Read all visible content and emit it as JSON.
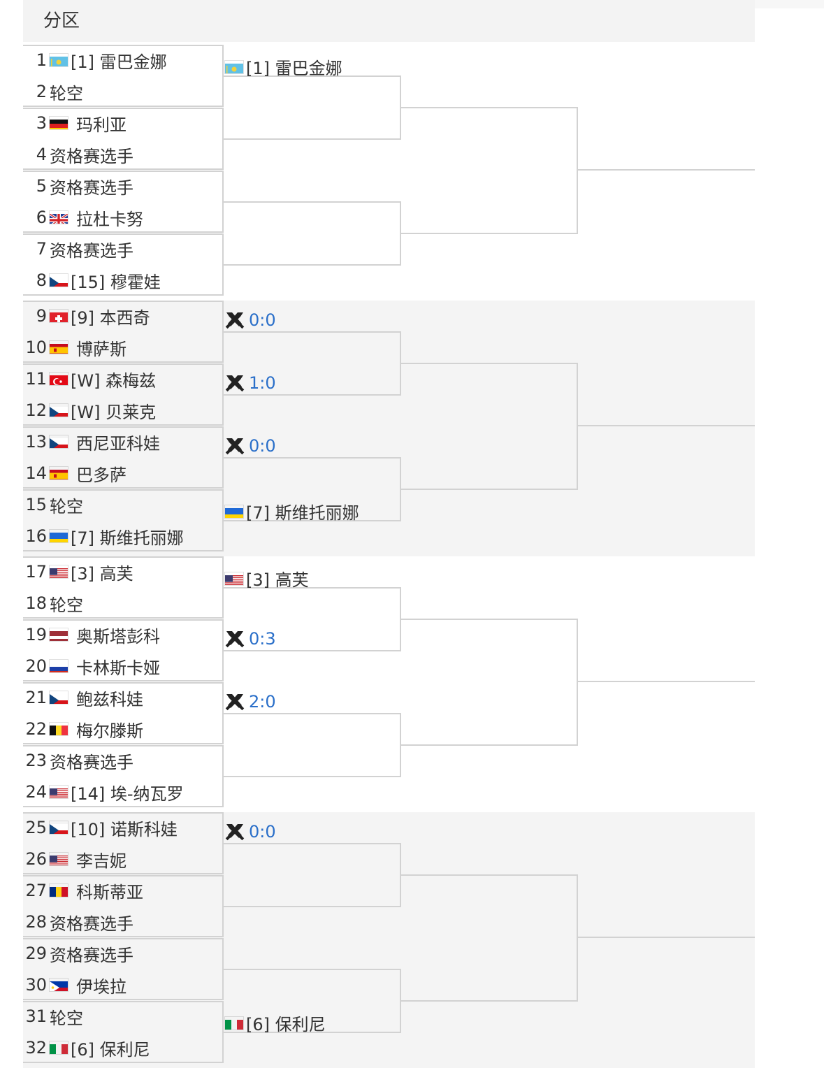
{
  "header": {
    "title": "分区"
  },
  "colors": {
    "line": "#d2d2d2",
    "score": "#2a6fc9",
    "section_bg_alt": "#f4f4f4"
  },
  "sections": [
    {
      "entries": [
        {
          "num": "1",
          "flag": "kz",
          "name": "[1] 雷巴金娜"
        },
        {
          "num": "2",
          "flag": "",
          "name": "轮空"
        },
        {
          "num": "3",
          "flag": "de",
          "name": "玛利亚"
        },
        {
          "num": "4",
          "flag": "",
          "name": "资格赛选手"
        },
        {
          "num": "5",
          "flag": "",
          "name": "资格赛选手"
        },
        {
          "num": "6",
          "flag": "gb",
          "name": "拉杜卡努"
        },
        {
          "num": "7",
          "flag": "",
          "name": "资格赛选手"
        },
        {
          "num": "8",
          "flag": "cz",
          "name": "[15] 穆霍娃"
        }
      ],
      "round2": [
        {
          "type": "player",
          "flag": "kz",
          "name": "[1] 雷巴金娜"
        },
        {
          "type": "empty"
        },
        {
          "type": "empty"
        },
        {
          "type": "empty"
        }
      ]
    },
    {
      "entries": [
        {
          "num": "9",
          "flag": "ch",
          "name": "[9] 本西奇"
        },
        {
          "num": "10",
          "flag": "es",
          "name": "博萨斯"
        },
        {
          "num": "11",
          "flag": "tr",
          "name": "[W] 森梅兹"
        },
        {
          "num": "12",
          "flag": "cz",
          "name": "[W] 贝莱克"
        },
        {
          "num": "13",
          "flag": "cz",
          "name": "西尼亚科娃"
        },
        {
          "num": "14",
          "flag": "es",
          "name": "巴多萨"
        },
        {
          "num": "15",
          "flag": "",
          "name": "轮空"
        },
        {
          "num": "16",
          "flag": "ua",
          "name": "[7] 斯维托丽娜"
        }
      ],
      "round2": [
        {
          "type": "score",
          "score": "0:0"
        },
        {
          "type": "score",
          "score": "1:0"
        },
        {
          "type": "score",
          "score": "0:0"
        },
        {
          "type": "player",
          "flag": "ua",
          "name": "[7] 斯维托丽娜"
        }
      ]
    },
    {
      "entries": [
        {
          "num": "17",
          "flag": "us",
          "name": "[3] 高芙"
        },
        {
          "num": "18",
          "flag": "",
          "name": "轮空"
        },
        {
          "num": "19",
          "flag": "lv",
          "name": "奥斯塔彭科"
        },
        {
          "num": "20",
          "flag": "ru",
          "name": "卡林斯卡娅"
        },
        {
          "num": "21",
          "flag": "cz",
          "name": "鲍兹科娃"
        },
        {
          "num": "22",
          "flag": "be",
          "name": "梅尔滕斯"
        },
        {
          "num": "23",
          "flag": "",
          "name": "资格赛选手"
        },
        {
          "num": "24",
          "flag": "us",
          "name": "[14] 埃-纳瓦罗"
        }
      ],
      "round2": [
        {
          "type": "player",
          "flag": "us",
          "name": "[3] 高芙"
        },
        {
          "type": "score",
          "score": "0:3"
        },
        {
          "type": "score",
          "score": "2:0"
        },
        {
          "type": "empty"
        }
      ]
    },
    {
      "entries": [
        {
          "num": "25",
          "flag": "cz",
          "name": "[10] 诺斯科娃"
        },
        {
          "num": "26",
          "flag": "us",
          "name": "李吉妮"
        },
        {
          "num": "27",
          "flag": "ro",
          "name": "科斯蒂亚"
        },
        {
          "num": "28",
          "flag": "",
          "name": "资格赛选手"
        },
        {
          "num": "29",
          "flag": "",
          "name": "资格赛选手"
        },
        {
          "num": "30",
          "flag": "ph",
          "name": "伊埃拉"
        },
        {
          "num": "31",
          "flag": "",
          "name": "轮空"
        },
        {
          "num": "32",
          "flag": "it",
          "name": "[6] 保利尼"
        }
      ],
      "round2": [
        {
          "type": "score",
          "score": "0:0"
        },
        {
          "type": "empty"
        },
        {
          "type": "empty"
        },
        {
          "type": "player",
          "flag": "it",
          "name": "[6] 保利尼"
        }
      ]
    }
  ]
}
